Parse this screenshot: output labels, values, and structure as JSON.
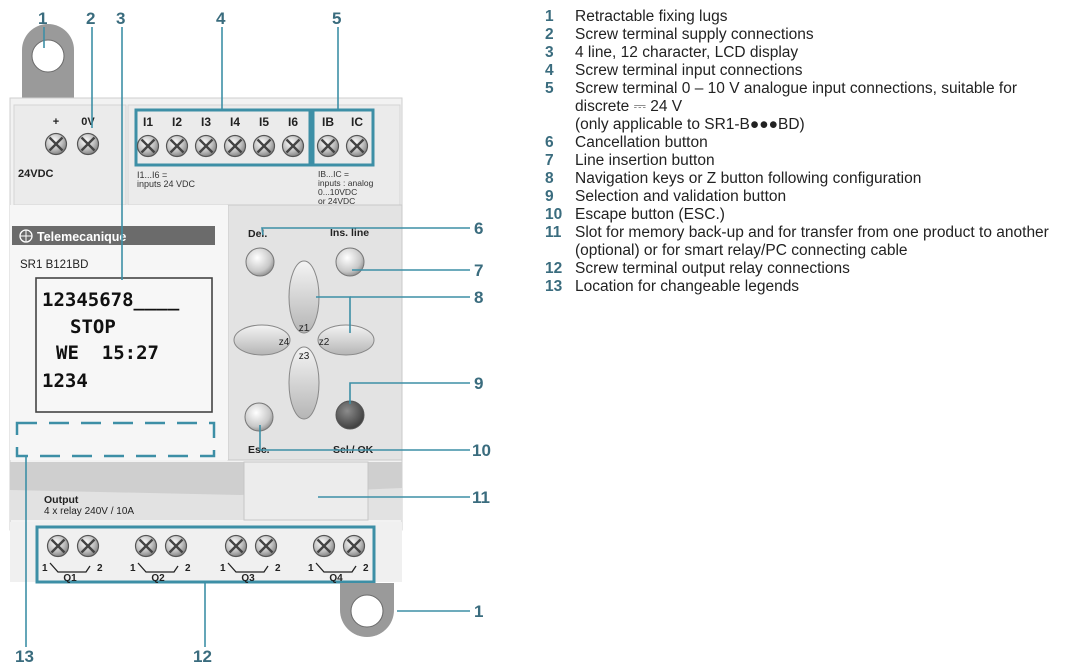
{
  "device": {
    "supply_plus": "+",
    "supply_zero": "0V",
    "supply_label": "24VDC",
    "inputs": [
      "I1",
      "I2",
      "I3",
      "I4",
      "I5",
      "I6"
    ],
    "analog_inputs": [
      "IB",
      "IC"
    ],
    "inputs_note_line1": "I1...I6 =",
    "inputs_note_line2": "inputs 24 VDC",
    "analog_note": [
      "IB...IC =",
      "inputs : analog",
      "0...10VDC",
      "or 24VDC"
    ],
    "brand": "Telemecanique",
    "model": "SR1 B121BD",
    "lcd_lines": [
      "12345678____",
      "STOP",
      "WE  15:27",
      "1234"
    ],
    "del_label": "Del.",
    "ins_line_label": "Ins. line",
    "esc_label": "Esc.",
    "sel_ok_label": "Sel./ OK",
    "nav_z1": "z1",
    "nav_z2": "z2",
    "nav_z3": "z3",
    "nav_z4": "z4",
    "output_title": "Output",
    "output_sub": "4 x relay 240V / 10A",
    "relays": [
      "Q1",
      "Q2",
      "Q3",
      "Q4"
    ],
    "relay_pin1": "1",
    "relay_pin2": "2"
  },
  "callouts": {
    "c1_top": "1",
    "c2": "2",
    "c3": "3",
    "c4": "4",
    "c5": "5",
    "c6": "6",
    "c7": "7",
    "c8": "8",
    "c9": "9",
    "c10": "10",
    "c11": "11",
    "c1_bottom": "1",
    "c13": "13",
    "c12": "12"
  },
  "legend": [
    {
      "num": "1",
      "text": "Retractable fixing lugs"
    },
    {
      "num": "2",
      "text": "Screw terminal supply connections"
    },
    {
      "num": "3",
      "text": "4 line, 12 character, LCD display"
    },
    {
      "num": "4",
      "text": "Screw terminal input connections"
    },
    {
      "num": "5",
      "text": "Screw terminal 0 – 10 V analogue input connections, suitable for discrete ⎓ 24 V",
      "extra": "(only applicable to SR1-B●●●BD)"
    },
    {
      "num": "6",
      "text": "Cancellation button"
    },
    {
      "num": "7",
      "text": "Line insertion button"
    },
    {
      "num": "8",
      "text": "Navigation keys or Z button following configuration"
    },
    {
      "num": "9",
      "text": "Selection and validation button"
    },
    {
      "num": "10",
      "text": "Escape button (ESC.)"
    },
    {
      "num": "11",
      "text": "Slot for memory back-up and for transfer from one product to another (optional) or for smart relay/PC connecting cable"
    },
    {
      "num": "12",
      "text": "Screw terminal output relay connections"
    },
    {
      "num": "13",
      "text": "Location for changeable legends"
    }
  ],
  "colors": {
    "accent": "#3a6c7e",
    "panel": "#eeeeee",
    "brand_bar": "#6b6b6b",
    "teal": "#3d8fa6"
  }
}
